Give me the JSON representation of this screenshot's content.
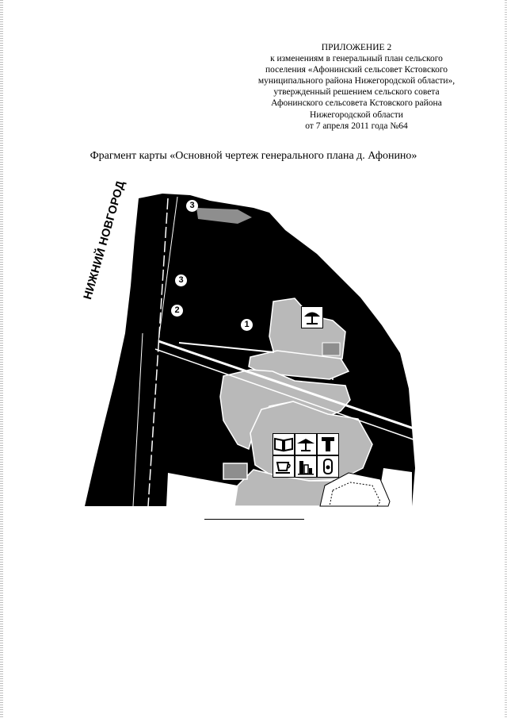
{
  "header": {
    "lines": [
      "ПРИЛОЖЕНИЕ 2",
      "к изменениям в генеральный план сельского",
      "поселения «Афонинский сельсовет Кстовского",
      "муниципального района Нижегородской области»,",
      "утвержденный решением сельского совета",
      "Афонинского сельсовета Кстовского района",
      "Нижегородской области",
      "от 7 апреля 2011 года №64"
    ]
  },
  "fragment_title": "Фрагмент карты «Основной чертеж генерального плана д. Афонино»",
  "map": {
    "city_label": "НИЖНИЙ НОВГОРОД",
    "markers": [
      "3",
      "3",
      "2",
      "1"
    ],
    "icons": [
      "umbrella-icon",
      "book-icon",
      "umbrella-icon",
      "t-letter-icon",
      "cup-icon",
      "building-icon",
      "phone-icon"
    ],
    "colors": {
      "background": "#000000",
      "zone_fill": "#b9b9b9",
      "zone_dark": "#8e8e8e",
      "road": "#ffffff"
    }
  }
}
